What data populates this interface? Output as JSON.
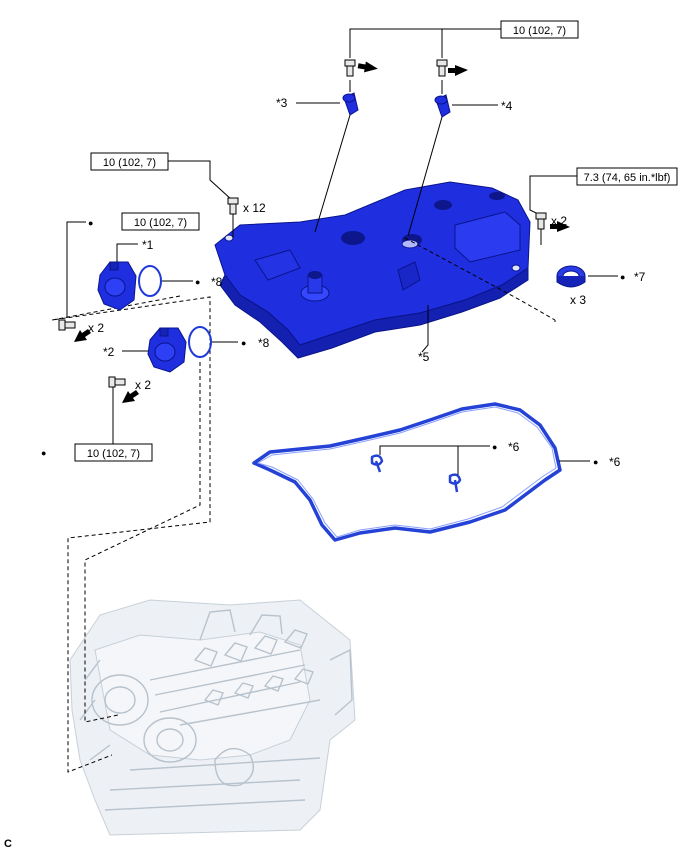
{
  "torque": {
    "t_top": "10 (102, 7)",
    "t_left_upper": "10 (102, 7)",
    "t_left_mid": "10 (102, 7)",
    "t_left_lower": "10 (102, 7)",
    "t_right": "7.3 (74, 65 in.*lbf)"
  },
  "labels": {
    "p1": "*1",
    "p2": "*2",
    "p3": "*3",
    "p4": "*4",
    "p5": "*5",
    "p6a": "*6",
    "p6b": "*6",
    "p7": "*7",
    "p8a": "*8",
    "p8b": "*8"
  },
  "quantities": {
    "q_x12": "x 12",
    "q_x2_right": "x 2",
    "q_x3": "x 3",
    "q_x2_left_a": "x 2",
    "q_x2_left_b": "x 2"
  },
  "markers": {
    "dot": "●"
  },
  "corner_code": "C",
  "colors": {
    "part_blue": "#1f2fe0",
    "gasket_blue": "#2542d6"
  }
}
